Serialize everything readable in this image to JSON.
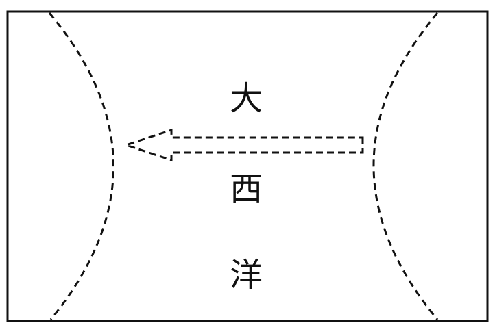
{
  "labels": {
    "char_1": "大",
    "char_2": "西",
    "char_3": "洋"
  },
  "colors": {
    "stroke": "#111111",
    "background": "#ffffff"
  }
}
